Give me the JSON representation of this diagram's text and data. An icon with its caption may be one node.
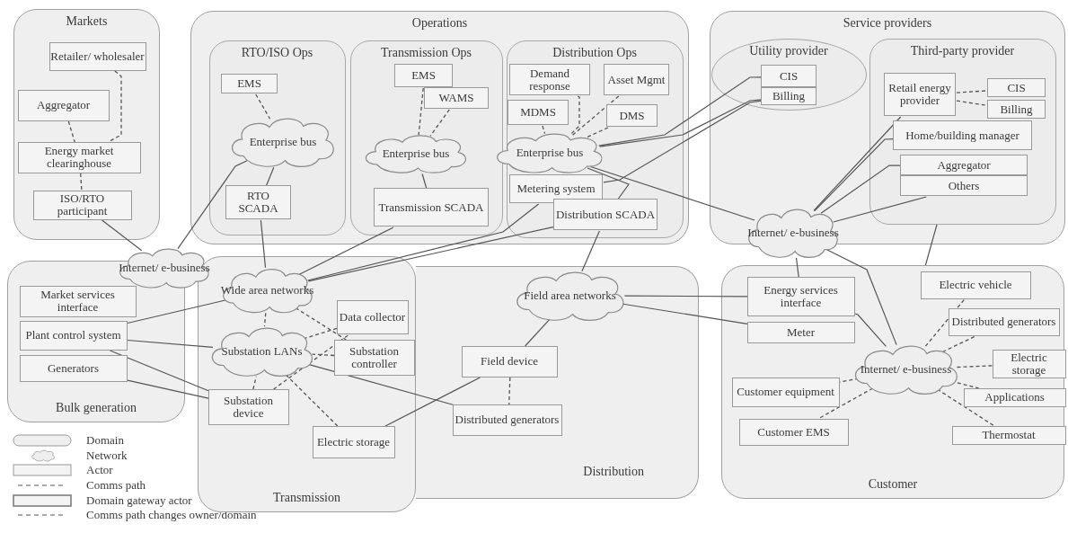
{
  "diagram": {
    "nodes": [
      {
        "text": [
          "Markets"
        ]
      },
      {
        "text": [
          "Retailer/ wholesaler"
        ],
        "in": 0
      },
      {
        "text": [
          "Aggregator"
        ],
        "in": 0
      },
      {
        "text": [
          "Energy market clearinghouse"
        ],
        "in": 0
      },
      {
        "text": [
          "ISO/RTO participant"
        ],
        "in": 0
      },
      {
        "text": [
          "Operations"
        ]
      },
      {
        "text": [
          "RTO/ISO Ops"
        ],
        "in": 5
      },
      {
        "text": [
          "EMS"
        ],
        "in": 6
      },
      {
        "text": [
          "Enterprise bus"
        ],
        "in": 6
      },
      {
        "text": [
          "RTO SCADA"
        ],
        "in": 6
      },
      {
        "text": [
          "Transmission Ops"
        ],
        "in": 5
      },
      {
        "text": [
          "EMS"
        ],
        "in": 10
      },
      {
        "text": [
          "WAMS"
        ],
        "in": 10
      },
      {
        "text": [
          "Enterprise bus"
        ],
        "in": 10
      },
      {
        "text": [
          "Transmission SCADA"
        ],
        "in": 10
      },
      {
        "text": [
          "Distribution Ops"
        ],
        "in": 5
      },
      {
        "text": [
          "Demand response"
        ],
        "in": 15
      },
      {
        "text": [
          "Asset Mgmt"
        ],
        "in": 15
      },
      {
        "text": [
          "MDMS"
        ],
        "in": 15
      },
      {
        "text": [
          "DMS"
        ],
        "in": 15
      },
      {
        "text": [
          "Enterprise bus"
        ],
        "in": 15
      },
      {
        "text": [
          "Metering system"
        ],
        "in": 15
      },
      {
        "text": [
          "Distribution SCADA"
        ],
        "in": 15
      },
      {
        "text": [
          "Service providers"
        ]
      },
      {
        "text": [
          "Utility provider"
        ],
        "in": 23
      },
      {
        "text": [
          "CIS"
        ],
        "in": 24
      },
      {
        "text": [
          "Billing"
        ],
        "in": 24
      },
      {
        "text": [
          "Third-party provider"
        ],
        "in": 23
      },
      {
        "text": [
          "Retail energy provider"
        ],
        "in": 27
      },
      {
        "text": [
          "CIS"
        ],
        "in": 27
      },
      {
        "text": [
          "Billing"
        ],
        "in": 27
      },
      {
        "text": [
          "Home/building manager"
        ],
        "in": 27
      },
      {
        "text": [
          "Aggregator"
        ],
        "in": 27
      },
      {
        "text": [
          "Others"
        ],
        "in": 27
      },
      {
        "text": [
          "Internet/ e-business"
        ]
      },
      {
        "text": [
          "Internet/ e-business"
        ]
      },
      {
        "text": [
          "Bulk generation"
        ]
      },
      {
        "text": [
          "Market services interface"
        ],
        "in": 36
      },
      {
        "text": [
          "Plant control system"
        ],
        "in": 36
      },
      {
        "text": [
          "Generators"
        ],
        "in": 36
      },
      {
        "text": [
          "Transmission"
        ]
      },
      {
        "text": [
          "Wide area networks"
        ],
        "in": 40
      },
      {
        "text": [
          "Substation LANs"
        ],
        "in": 40
      },
      {
        "text": [
          "Data collector"
        ],
        "in": 40
      },
      {
        "text": [
          "Substation controller"
        ],
        "in": 40
      },
      {
        "text": [
          "Substation device"
        ],
        "in": 40
      },
      {
        "text": [
          "Electric storage"
        ],
        "in": 40
      },
      {
        "text": [
          "Distribution"
        ]
      },
      {
        "text": [
          "Field area networks"
        ],
        "in": 47
      },
      {
        "text": [
          "Field device"
        ],
        "in": 47
      },
      {
        "text": [
          "Distributed generators"
        ],
        "in": 47
      },
      {
        "text": [
          "Customer"
        ]
      },
      {
        "text": [
          "Energy services interface"
        ],
        "in": 51
      },
      {
        "text": [
          "Meter"
        ],
        "in": 51
      },
      {
        "text": [
          "Internet/ e-business"
        ],
        "in": 51
      },
      {
        "text": [
          "Electric vehicle"
        ],
        "in": 51
      },
      {
        "text": [
          "Distributed generators"
        ],
        "in": 51
      },
      {
        "text": [
          "Electric storage"
        ],
        "in": 51
      },
      {
        "text": [
          "Customer equipment"
        ],
        "in": 51
      },
      {
        "text": [
          "Customer EMS"
        ],
        "in": 51
      },
      {
        "text": [
          "Applications"
        ],
        "in": 51
      },
      {
        "text": [
          "Thermostat"
        ],
        "in": 51
      }
    ],
    "edges": [
      {
        "from": 1,
        "to": 3,
        "arrow": "none",
        "style": "dashed"
      },
      {
        "from": 2,
        "to": 3,
        "arrow": "none",
        "style": "dashed"
      },
      {
        "from": 3,
        "to": 4,
        "arrow": "none",
        "style": "dashed"
      },
      {
        "from": 4,
        "to": 35,
        "arrow": "none"
      },
      {
        "from": 7,
        "to": 8,
        "arrow": "none",
        "style": "dashed"
      },
      {
        "from": 8,
        "to": 9,
        "arrow": "none"
      },
      {
        "from": 8,
        "to": 35,
        "arrow": "none"
      },
      {
        "from": 9,
        "to": 41,
        "arrow": "none"
      },
      {
        "from": 11,
        "to": 13,
        "arrow": "none",
        "style": "dashed"
      },
      {
        "from": 12,
        "to": 13,
        "arrow": "none",
        "style": "dashed"
      },
      {
        "from": 13,
        "to": 14,
        "arrow": "none"
      },
      {
        "from": 14,
        "to": 41,
        "arrow": "none"
      },
      {
        "from": 16,
        "to": 20,
        "arrow": "none",
        "style": "dashed"
      },
      {
        "from": 17,
        "to": 20,
        "arrow": "none",
        "style": "dashed"
      },
      {
        "from": 18,
        "to": 20,
        "arrow": "none",
        "style": "dashed"
      },
      {
        "from": 19,
        "to": 20,
        "arrow": "none",
        "style": "dashed"
      },
      {
        "from": 20,
        "to": 22,
        "arrow": "none"
      },
      {
        "from": 21,
        "to": 41,
        "arrow": "none"
      },
      {
        "from": 22,
        "to": 41,
        "arrow": "none"
      },
      {
        "from": 20,
        "to": 25,
        "arrow": "none"
      },
      {
        "from": 20,
        "to": 26,
        "arrow": "none"
      },
      {
        "from": 21,
        "to": 26,
        "arrow": "none"
      },
      {
        "from": 20,
        "to": 34,
        "arrow": "none"
      },
      {
        "from": 22,
        "to": 48,
        "arrow": "none"
      },
      {
        "from": 34,
        "to": 28,
        "arrow": "none"
      },
      {
        "from": 34,
        "to": 31,
        "arrow": "none"
      },
      {
        "from": 34,
        "to": 32,
        "arrow": "none"
      },
      {
        "from": 34,
        "to": 33,
        "arrow": "none"
      },
      {
        "from": 28,
        "to": 29,
        "arrow": "none",
        "style": "dashed"
      },
      {
        "from": 28,
        "to": 30,
        "arrow": "none",
        "style": "dashed"
      },
      {
        "from": 27,
        "to": 51,
        "arrow": "none"
      },
      {
        "from": 34,
        "to": 52,
        "arrow": "none"
      },
      {
        "from": 34,
        "to": 54,
        "arrow": "none"
      },
      {
        "from": 38,
        "to": 41,
        "arrow": "none"
      },
      {
        "from": 38,
        "to": 42,
        "arrow": "none"
      },
      {
        "from": 38,
        "to": 45,
        "arrow": "none"
      },
      {
        "from": 39,
        "to": 45,
        "arrow": "none"
      },
      {
        "from": 41,
        "to": 42,
        "arrow": "none",
        "style": "dashed"
      },
      {
        "from": 41,
        "to": 44,
        "arrow": "none",
        "style": "dashed"
      },
      {
        "from": 43,
        "to": 42,
        "arrow": "none",
        "style": "dashed"
      },
      {
        "from": 44,
        "to": 42,
        "arrow": "none",
        "style": "dashed"
      },
      {
        "from": 45,
        "to": 42,
        "arrow": "none",
        "style": "dashed"
      },
      {
        "from": 45,
        "to": 43,
        "arrow": "none",
        "style": "dashed"
      },
      {
        "from": 46,
        "to": 42,
        "arrow": "none",
        "style": "dashed"
      },
      {
        "from": 42,
        "to": 50,
        "arrow": "none"
      },
      {
        "from": 46,
        "to": 49,
        "arrow": "none"
      },
      {
        "from": 48,
        "to": 49,
        "arrow": "none"
      },
      {
        "from": 49,
        "to": 50,
        "arrow": "none",
        "style": "dashed"
      },
      {
        "from": 48,
        "to": 52,
        "arrow": "none"
      },
      {
        "from": 48,
        "to": 53,
        "arrow": "none"
      },
      {
        "from": 52,
        "to": 54,
        "arrow": "none"
      },
      {
        "from": 54,
        "to": 55,
        "arrow": "none",
        "style": "dashed"
      },
      {
        "from": 54,
        "to": 56,
        "arrow": "none",
        "style": "dashed"
      },
      {
        "from": 54,
        "to": 57,
        "arrow": "none",
        "style": "dashed"
      },
      {
        "from": 54,
        "to": 58,
        "arrow": "none",
        "style": "dashed"
      },
      {
        "from": 54,
        "to": 59,
        "arrow": "none",
        "style": "dashed"
      },
      {
        "from": 54,
        "to": 60,
        "arrow": "none",
        "style": "dashed"
      },
      {
        "from": 54,
        "to": 61,
        "arrow": "none",
        "style": "dashed"
      }
    ],
    "legend": [
      {
        "text": "Domain"
      },
      {
        "text": "Network"
      },
      {
        "text": "Actor"
      },
      {
        "text": "Comms path"
      },
      {
        "text": "Domain gateway actor"
      },
      {
        "text": "Comms path changes owner/domain"
      }
    ]
  }
}
